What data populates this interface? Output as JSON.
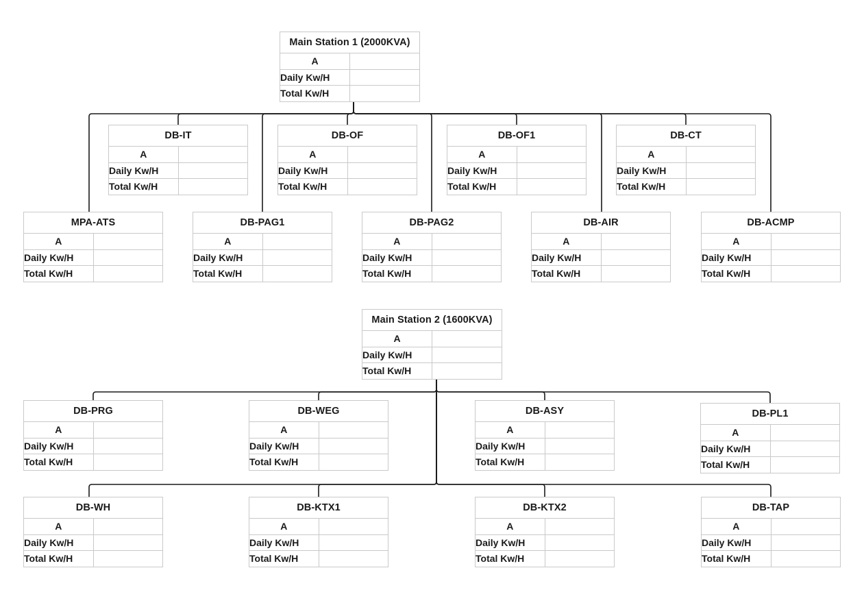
{
  "row_labels": {
    "current": "A",
    "daily": "Daily Kw/H",
    "total": "Total Kw/H"
  },
  "stations": [
    {
      "id": "s1",
      "title": "Main Station 1 (2000KVA)",
      "values": {
        "current": "",
        "daily": "",
        "total": ""
      },
      "children": [
        {
          "id": "db-it",
          "title": "DB-IT",
          "values": {
            "current": "",
            "daily": "",
            "total": ""
          }
        },
        {
          "id": "db-of",
          "title": "DB-OF",
          "values": {
            "current": "",
            "daily": "",
            "total": ""
          }
        },
        {
          "id": "db-of1",
          "title": "DB-OF1",
          "values": {
            "current": "",
            "daily": "",
            "total": ""
          }
        },
        {
          "id": "db-ct",
          "title": "DB-CT",
          "values": {
            "current": "",
            "daily": "",
            "total": ""
          }
        },
        {
          "id": "mpa-ats",
          "title": "MPA-ATS",
          "values": {
            "current": "",
            "daily": "",
            "total": ""
          }
        },
        {
          "id": "db-pag1",
          "title": "DB-PAG1",
          "values": {
            "current": "",
            "daily": "",
            "total": ""
          }
        },
        {
          "id": "db-pag2",
          "title": "DB-PAG2",
          "values": {
            "current": "",
            "daily": "",
            "total": ""
          }
        },
        {
          "id": "db-air",
          "title": "DB-AIR",
          "values": {
            "current": "",
            "daily": "",
            "total": ""
          }
        },
        {
          "id": "db-acmp",
          "title": "DB-ACMP",
          "values": {
            "current": "",
            "daily": "",
            "total": ""
          }
        }
      ]
    },
    {
      "id": "s2",
      "title": "Main Station 2 (1600KVA)",
      "values": {
        "current": "",
        "daily": "",
        "total": ""
      },
      "children": [
        {
          "id": "db-prg",
          "title": "DB-PRG",
          "values": {
            "current": "",
            "daily": "",
            "total": ""
          }
        },
        {
          "id": "db-weg",
          "title": "DB-WEG",
          "values": {
            "current": "",
            "daily": "",
            "total": ""
          }
        },
        {
          "id": "db-asy",
          "title": "DB-ASY",
          "values": {
            "current": "",
            "daily": "",
            "total": ""
          }
        },
        {
          "id": "db-pl1",
          "title": "DB-PL1",
          "values": {
            "current": "",
            "daily": "",
            "total": ""
          }
        },
        {
          "id": "db-wh",
          "title": "DB-WH",
          "values": {
            "current": "",
            "daily": "",
            "total": ""
          }
        },
        {
          "id": "db-ktx1",
          "title": "DB-KTX1",
          "values": {
            "current": "",
            "daily": "",
            "total": ""
          }
        },
        {
          "id": "db-ktx2",
          "title": "DB-KTX2",
          "values": {
            "current": "",
            "daily": "",
            "total": ""
          }
        },
        {
          "id": "db-tap",
          "title": "DB-TAP",
          "values": {
            "current": "",
            "daily": "",
            "total": ""
          }
        }
      ]
    }
  ]
}
